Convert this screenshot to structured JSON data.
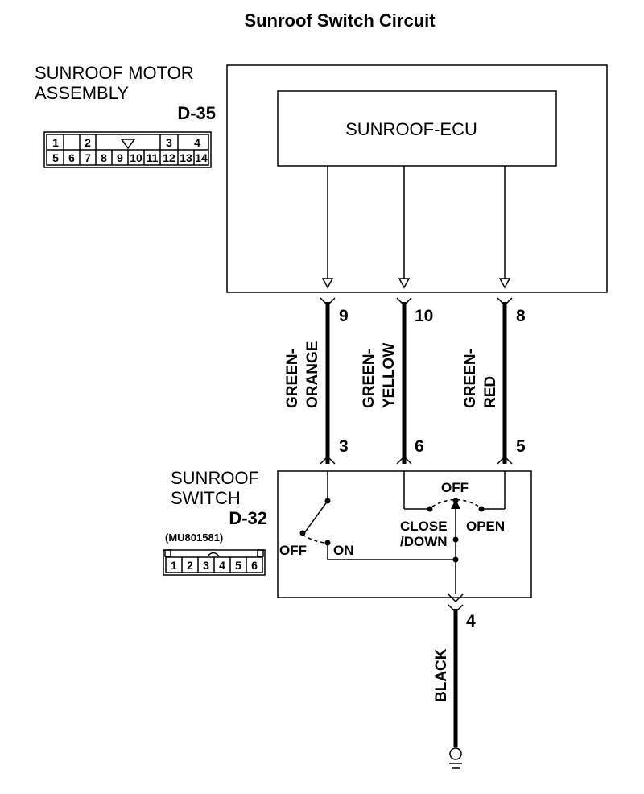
{
  "title": "Sunroof Switch Circuit",
  "motor_assembly": {
    "label_line1": "SUNROOF MOTOR",
    "label_line2": "ASSEMBLY",
    "connector": "D-35",
    "ecu_label": "SUNROOF-ECU",
    "connector_pins_top": [
      "1",
      "2",
      "3",
      "4"
    ],
    "connector_pins_bottom": [
      "5",
      "6",
      "7",
      "8",
      "9",
      "10",
      "11",
      "12",
      "13",
      "14"
    ]
  },
  "wires": [
    {
      "ecu_pin": "9",
      "switch_pin": "3",
      "color_line1": "GREEN-",
      "color_line2": "ORANGE"
    },
    {
      "ecu_pin": "10",
      "switch_pin": "6",
      "color_line1": "GREEN-",
      "color_line2": "YELLOW"
    },
    {
      "ecu_pin": "8",
      "switch_pin": "5",
      "color_line1": "GREEN-",
      "color_line2": "RED"
    }
  ],
  "switch": {
    "label_line1": "SUNROOF",
    "label_line2": "SWITCH",
    "connector": "D-32",
    "part_number": "(MU801581)",
    "connector_pins": [
      "1",
      "2",
      "3",
      "4",
      "5",
      "6"
    ],
    "tilt_off": "OFF",
    "tilt_on": "ON",
    "slide_off": "OFF",
    "slide_close": "CLOSE",
    "slide_down": "/DOWN",
    "slide_open": "OPEN"
  },
  "ground": {
    "pin": "4",
    "color": "BLACK"
  }
}
